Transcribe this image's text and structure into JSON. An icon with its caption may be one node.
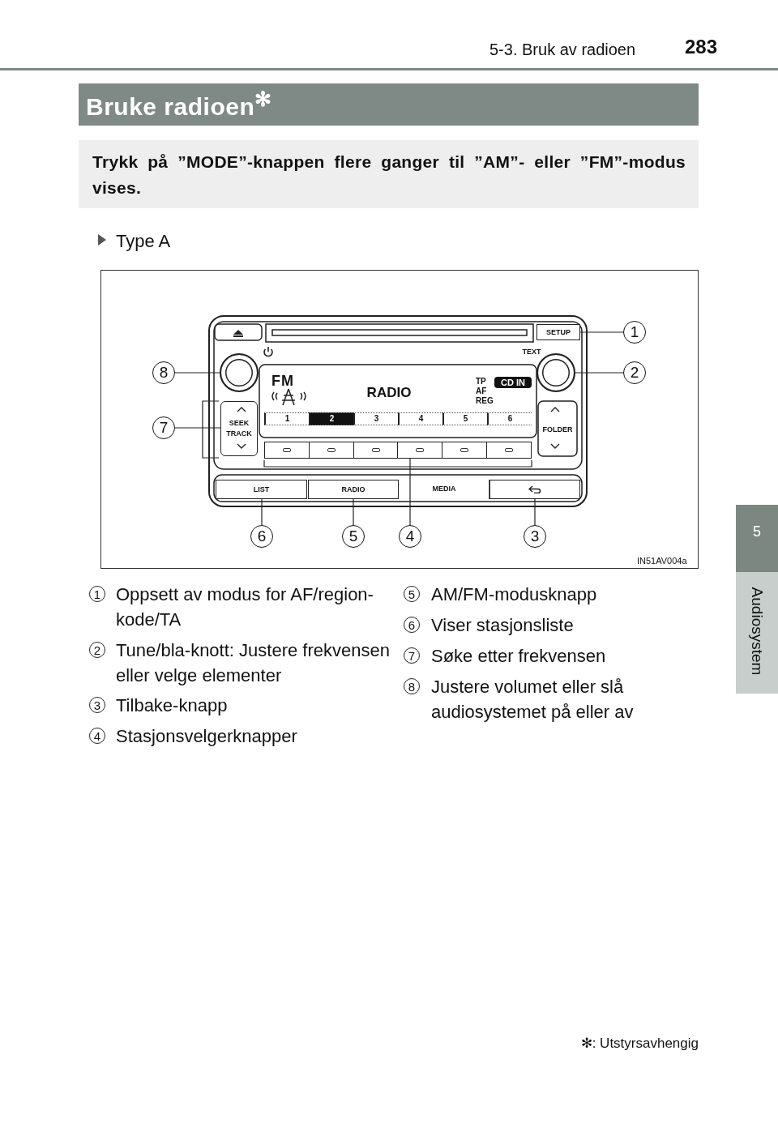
{
  "diagram": {
    "title": "Bruke radioen$^{✻}$",
    "nodes": [
      {
        "text": [
          "1"
        ]
      },
      {
        "text": [
          "SETUP"
        ]
      },
      {
        "text": [
          "2"
        ]
      },
      {
        "text": [],
        "shape": "circle"
      },
      {
        "text": [
          "8"
        ]
      },
      {
        "text": [],
        "shape": "circle"
      },
      {
        "text": [
          "7"
        ]
      },
      {
        "text": [
          "SEEK TRACK"
        ]
      },
      {
        "text": [
          "6"
        ]
      },
      {
        "text": [
          "LIST"
        ]
      },
      {
        "text": [
          "5"
        ]
      },
      {
        "text": [
          "RADIO"
        ]
      },
      {
        "text": [
          "4"
        ]
      },
      {
        "text": [],
        "shape": "bar"
      },
      {
        "text": [
          "3"
        ]
      },
      {
        "text": [],
        "shape": "box"
      }
    ],
    "edges": [
      {
        "from": 0,
        "to": 1,
        "arrow": "none"
      },
      {
        "from": 2,
        "to": 5,
        "arrow": "none"
      },
      {
        "from": 4,
        "to": 3,
        "arrow": "none"
      },
      {
        "from": 6,
        "to": 7,
        "arrow": "none"
      },
      {
        "from": 8,
        "to": 9,
        "arrow": "none"
      },
      {
        "from": 10,
        "to": 11,
        "arrow": "none"
      },
      {
        "from": 12,
        "to": 13,
        "arrow": "none"
      },
      {
        "from": 14,
        "to": 15,
        "arrow": "none"
      }
    ],
    "labels": [
      "5-3. Bruk av radioen",
      "283",
      "5",
      "Audiosystem",
      "Trykk på ”MODE”-knappen flere ganger til ”AM”- eller ”FM”-modus vises.",
      "Type A",
      "TEXT",
      "FM",
      "RADIO",
      "TP",
      "AF",
      "REG",
      "CD IN",
      "1",
      "2",
      "3",
      "4",
      "5",
      "6",
      "FOLDER",
      "MEDIA",
      "IN51AV004a",
      "1",
      "Oppsett av modus for AF/region-kode/TA",
      "2",
      "Tune/bla-knott: Justere frekvensen eller velge elementer",
      "3",
      "Tilbake-knapp",
      "4",
      "Stasjonsvelgerknapper",
      "5",
      "AM/FM-modusknapp",
      "6",
      "Viser stasjonsliste",
      "7",
      "Søke etter frekvensen",
      "8",
      "Justere volumet eller slå audiosystemet på eller av",
      "✻: Utstyrsavhengig"
    ]
  }
}
